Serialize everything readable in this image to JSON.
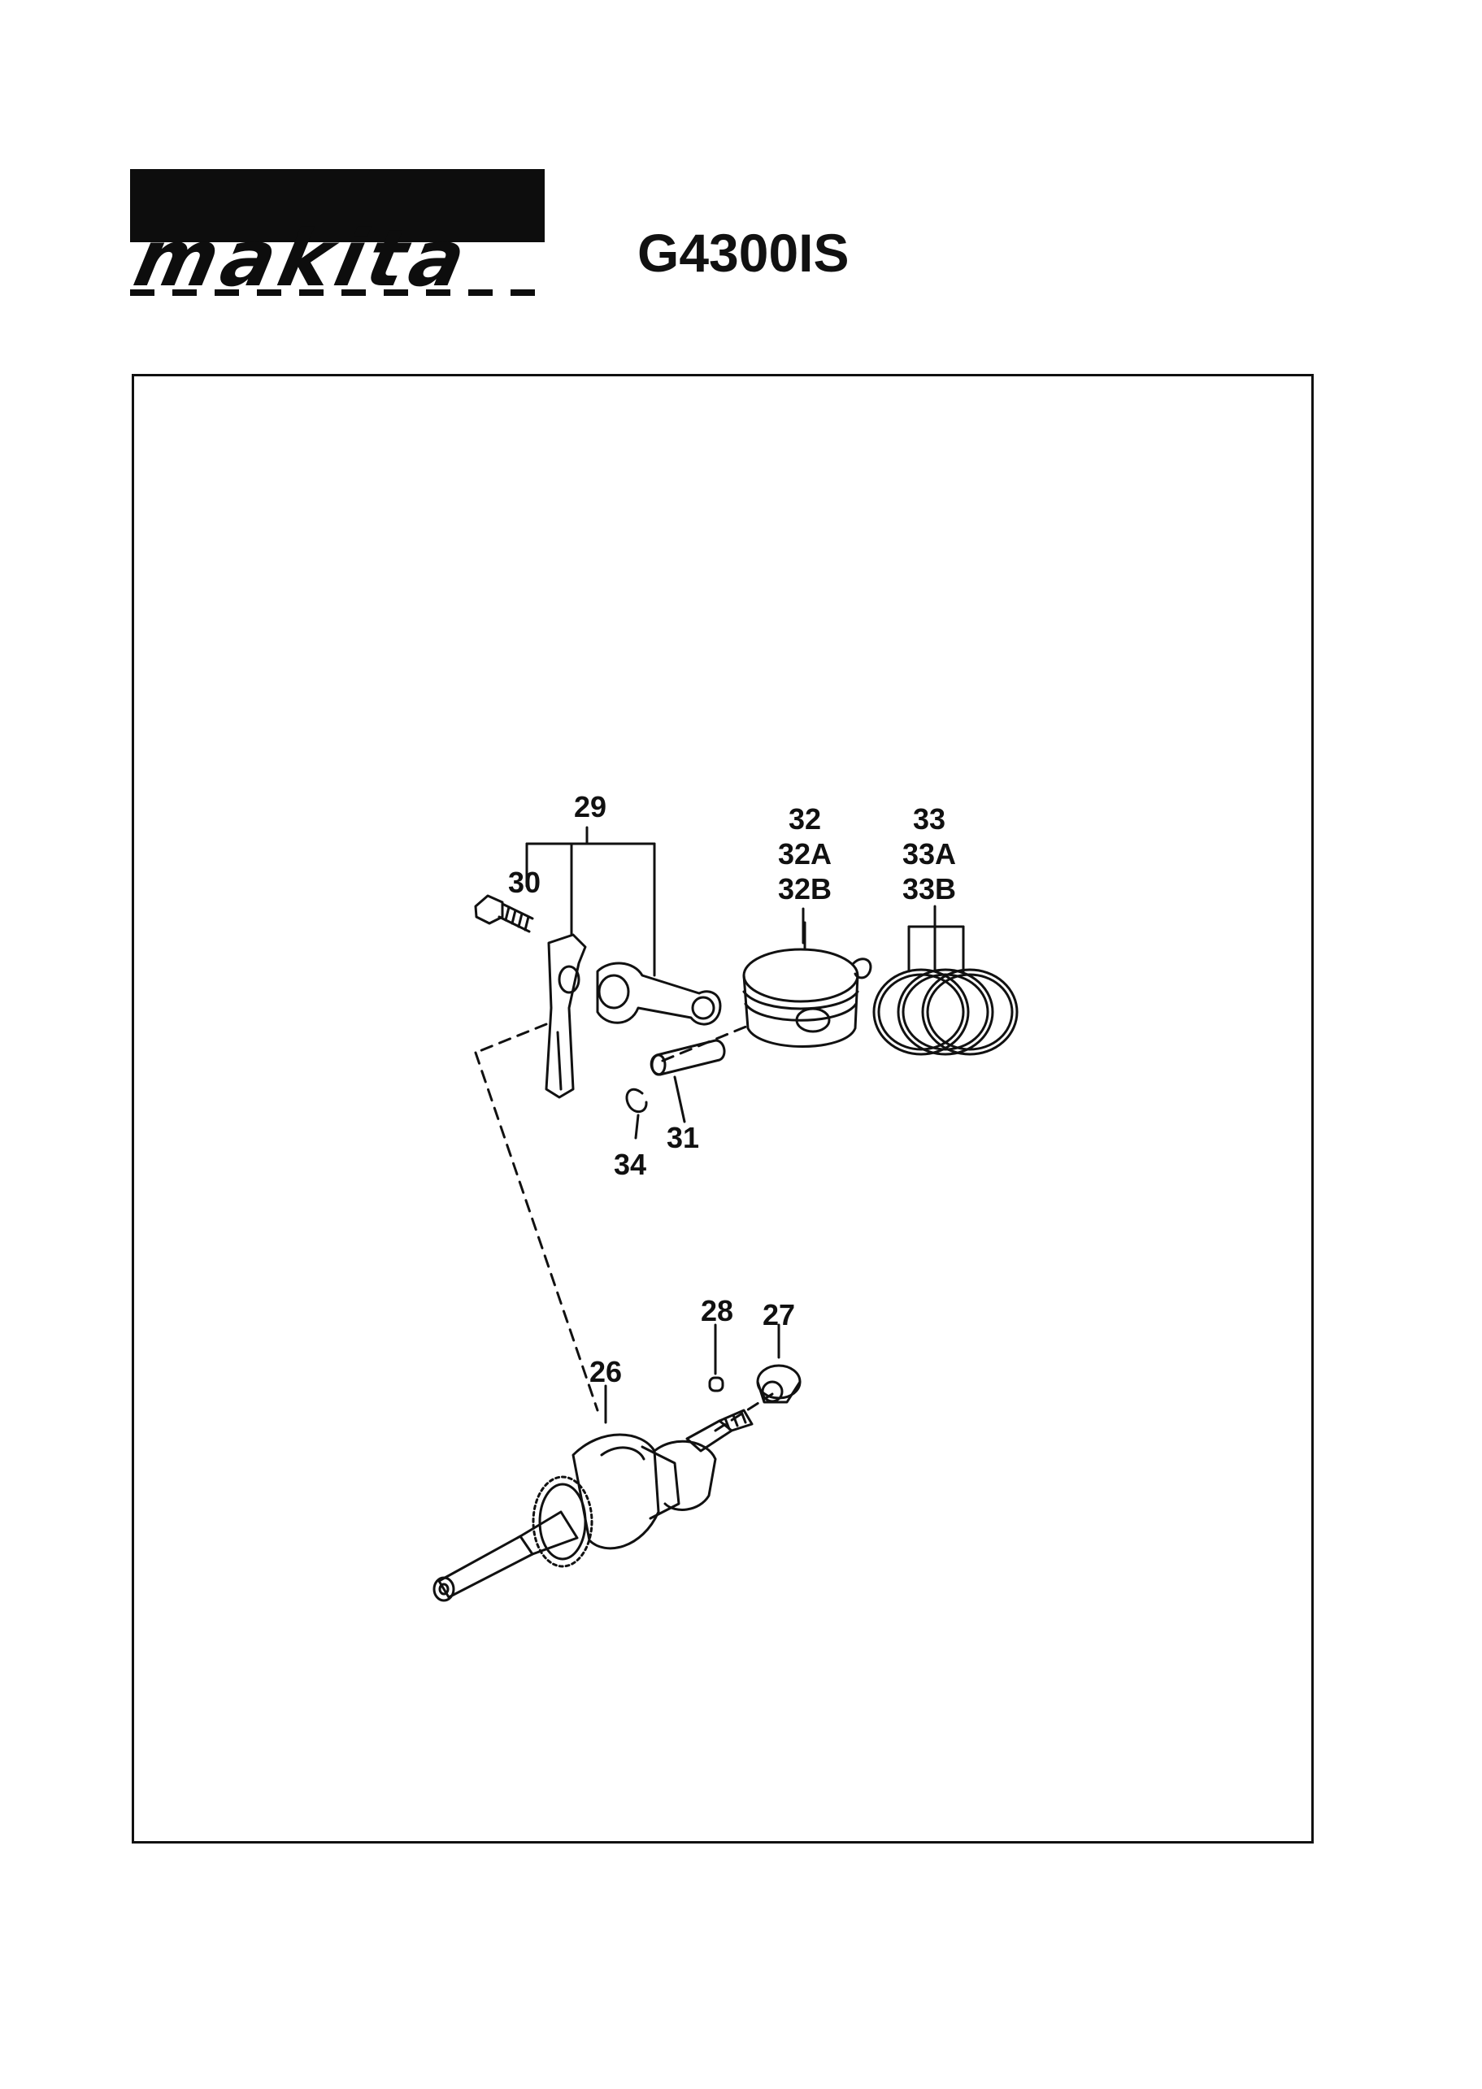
{
  "header": {
    "brand": "makita",
    "model": "G4300IS"
  },
  "diagram": {
    "parts": {
      "p29": "29",
      "p30": "30",
      "p32": "32",
      "p32a": "32A",
      "p32b": "32B",
      "p33": "33",
      "p33a": "33A",
      "p33b": "33B",
      "p34": "34",
      "p31": "31",
      "p28": "28",
      "p27": "27",
      "p26": "26"
    }
  },
  "colors": {
    "ink": "#111111",
    "logo": "#0d0d0d",
    "background": "#ffffff"
  }
}
